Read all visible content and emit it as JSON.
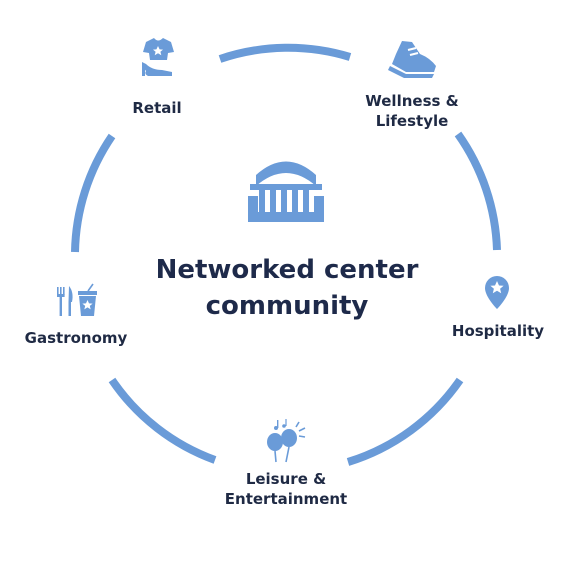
{
  "colors": {
    "accent": "#6a9bd8",
    "text": "#1f2a44",
    "background": "#ffffff"
  },
  "center": {
    "title_line1": "Networked center",
    "title_line2": "community",
    "icon": "building-arches-icon"
  },
  "nodes": [
    {
      "id": "retail",
      "label_lines": [
        "Retail"
      ],
      "icon": "shirt-and-shoe-icon"
    },
    {
      "id": "wellness",
      "label_lines": [
        "Wellness &",
        "Lifestyle"
      ],
      "icon": "sneaker-icon"
    },
    {
      "id": "hospitality",
      "label_lines": [
        "Hospitality"
      ],
      "icon": "location-star-icon"
    },
    {
      "id": "leisure",
      "label_lines": [
        "Leisure &",
        "Entertainment"
      ],
      "icon": "balloons-icon"
    },
    {
      "id": "gastronomy",
      "label_lines": [
        "Gastronomy"
      ],
      "icon": "cutlery-cup-icon"
    }
  ]
}
